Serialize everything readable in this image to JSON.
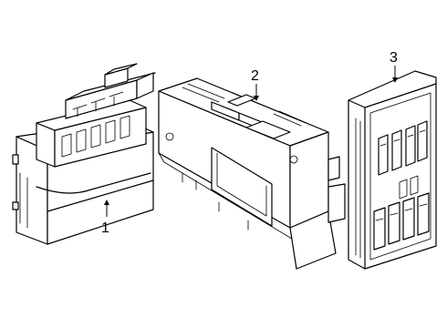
{
  "diagram": {
    "background": "#ffffff",
    "line_color": "#000000",
    "parts": [
      {
        "id": "1",
        "callout": "1"
      },
      {
        "id": "2",
        "callout": "2"
      },
      {
        "id": "3",
        "callout": "3"
      }
    ]
  }
}
